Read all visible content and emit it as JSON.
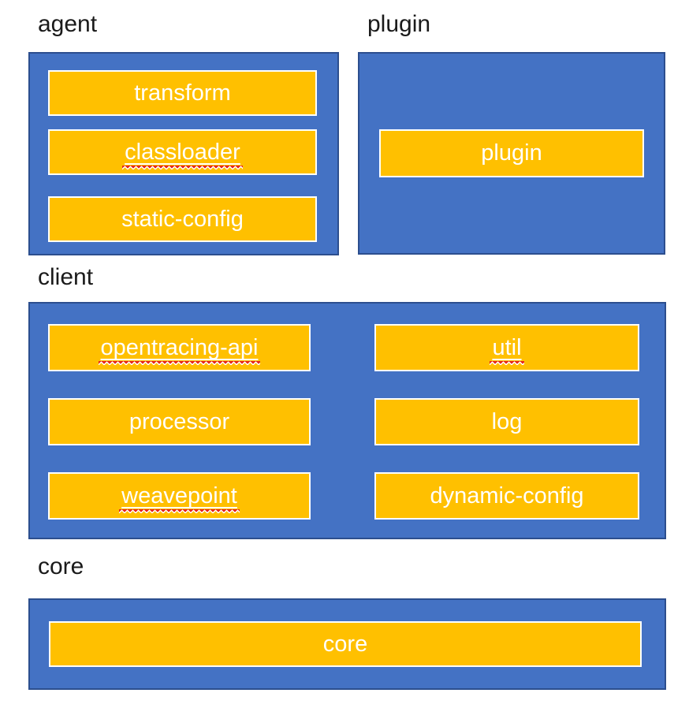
{
  "colors": {
    "panel_blue": "#4472C4",
    "panel_border": "#2C4E8E",
    "module_orange": "#FFC000",
    "module_border": "#FFFFFF",
    "module_text": "#FFFFFF",
    "label_text": "#1A1A1A",
    "squiggle_red": "#E8291B",
    "canvas_bg": "#FFFFFF"
  },
  "sections": {
    "agent": {
      "label": "agent",
      "modules": [
        {
          "name": "transform",
          "misspelled": false
        },
        {
          "name": "classloader",
          "misspelled": true
        },
        {
          "name": "static-config",
          "misspelled": false
        }
      ]
    },
    "plugin": {
      "label": "plugin",
      "modules": [
        {
          "name": "plugin",
          "misspelled": false
        }
      ]
    },
    "client": {
      "label": "client",
      "left_column": [
        {
          "name": "opentracing-api",
          "misspelled": true
        },
        {
          "name": "processor",
          "misspelled": false
        },
        {
          "name": "weavepoint",
          "misspelled": true
        }
      ],
      "right_column": [
        {
          "name": "util",
          "misspelled": true
        },
        {
          "name": "log",
          "misspelled": false
        },
        {
          "name": "dynamic-config",
          "misspelled": false
        }
      ]
    },
    "core": {
      "label": "core",
      "modules": [
        {
          "name": "core",
          "misspelled": false
        }
      ]
    }
  }
}
